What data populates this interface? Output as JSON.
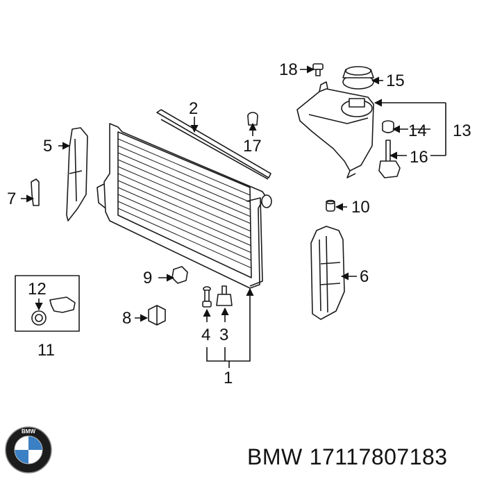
{
  "callouts": {
    "c1": "1",
    "c2": "2",
    "c3": "3",
    "c4": "4",
    "c5": "5",
    "c6": "6",
    "c7": "7",
    "c8": "8",
    "c9": "9",
    "c10": "10",
    "c11": "11",
    "c12": "12",
    "c13": "13",
    "c14": "14",
    "c15": "15",
    "c16": "16",
    "c17": "17",
    "c18": "18"
  },
  "footer": {
    "brand": "BMW",
    "part_number": "17117807183"
  },
  "logo": {
    "name": "bmw-roundel-logo",
    "colors": {
      "blue": "#3b7fc4",
      "ring": "#1c1c1c"
    }
  }
}
